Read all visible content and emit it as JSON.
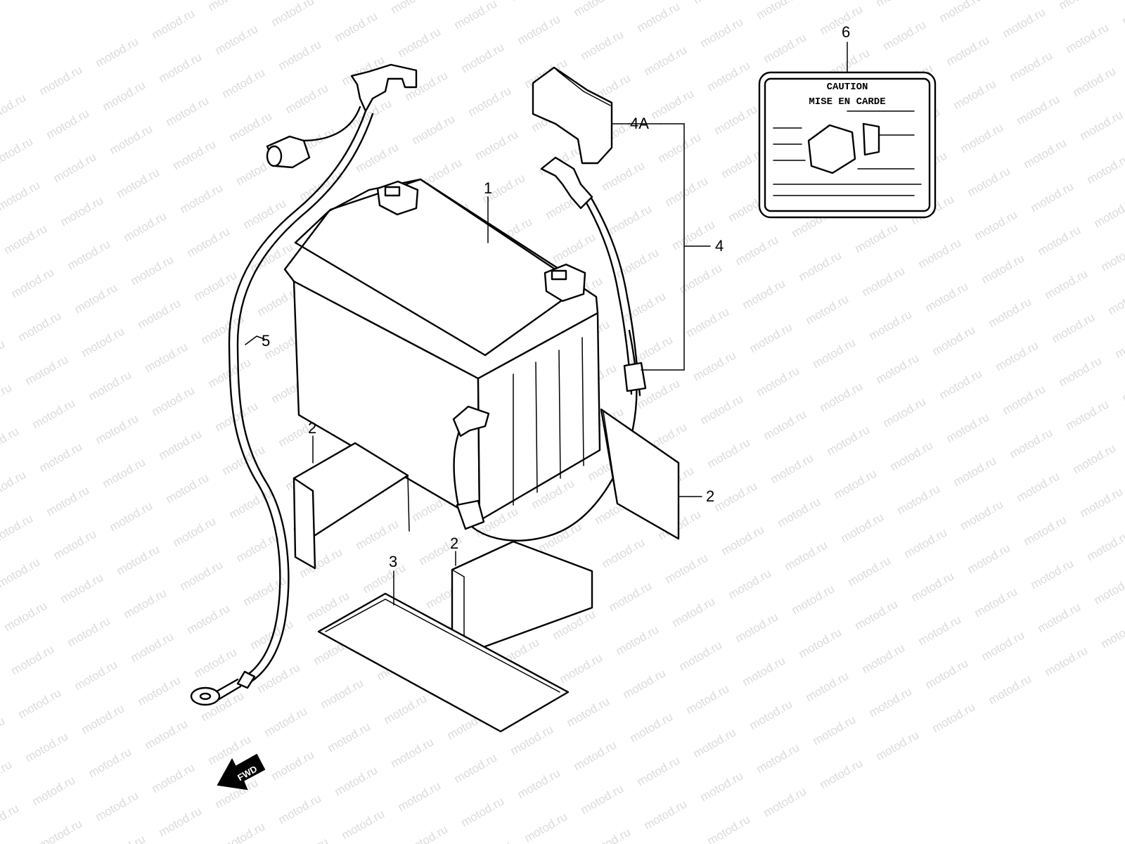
{
  "watermark": "motod.ru",
  "callouts": {
    "c1": "1",
    "c2a": "2",
    "c2b": "2",
    "c2c": "2",
    "c3": "3",
    "c4": "4",
    "c4a": "4A",
    "c5": "5",
    "c6": "6"
  },
  "caution_label": {
    "line1": "CAUTION",
    "line2": "MISE EN CARDE"
  },
  "fwd_arrow": "FWD",
  "colors": {
    "line": "#000000",
    "background": "#ffffff",
    "watermark": "#c4c4c4"
  }
}
